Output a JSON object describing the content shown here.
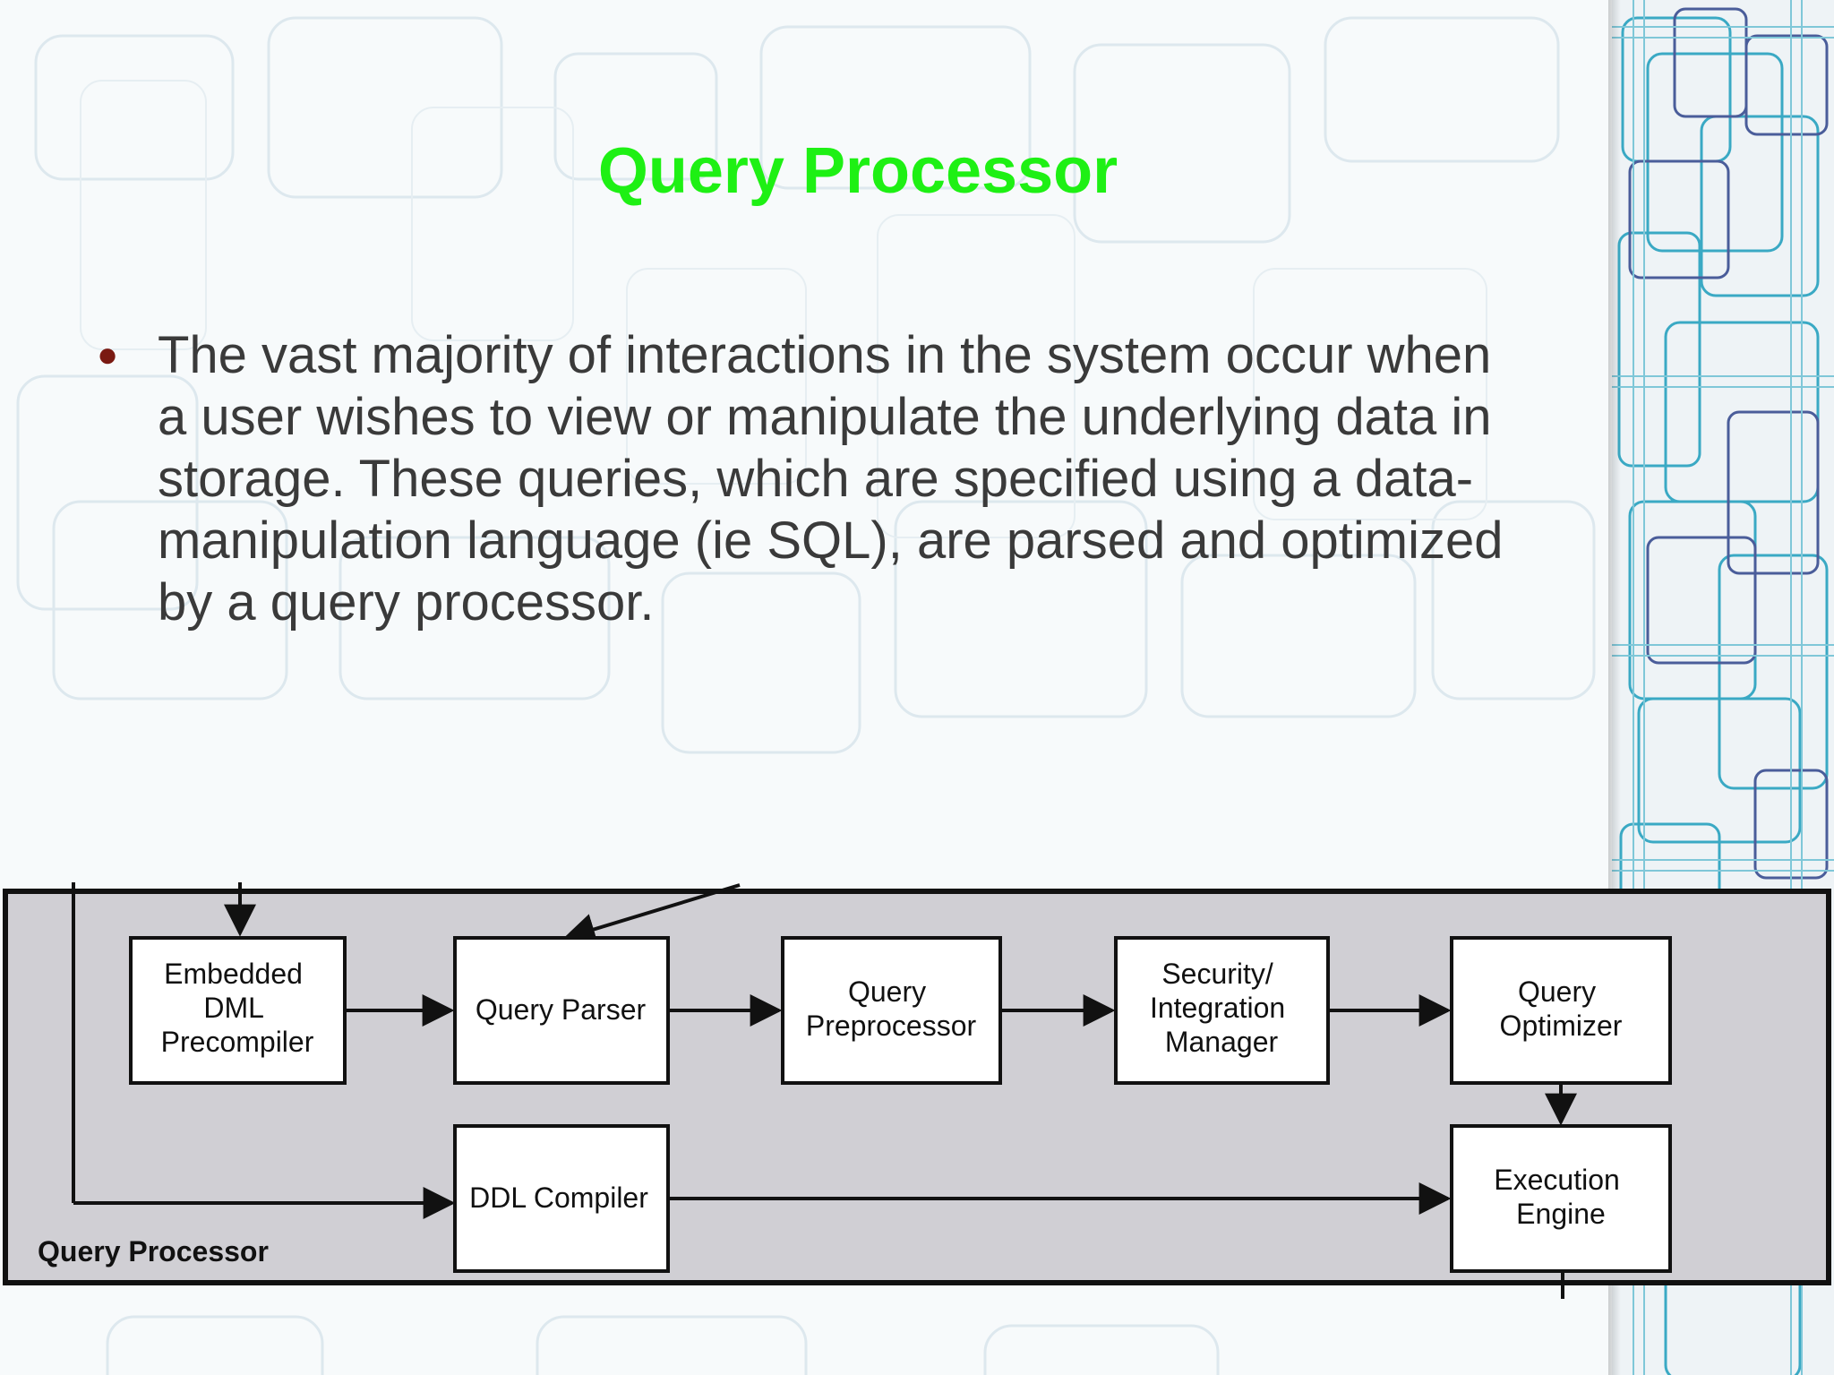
{
  "slide": {
    "title": "Query Processor",
    "bullet_lines": [
      "The vast majority of interactions in the system occur when",
      "a user wishes to view or manipulate the underlying data in",
      "storage. These queries, which are specified using a data-",
      "manipulation language (ie SQL), are parsed and optimized",
      "by a query processor."
    ]
  },
  "diagram": {
    "container_label": "Query Processor",
    "boxes": {
      "dml_precompiler": [
        "Embedded",
        "DML",
        "Precompiler"
      ],
      "query_parser": [
        "Query Parser"
      ],
      "query_preprocessor": [
        "Query",
        "Preprocessor"
      ],
      "security_manager": [
        "Security/",
        "Integration",
        "Manager"
      ],
      "query_optimizer": [
        "Query",
        "Optimizer"
      ],
      "ddl_compiler": [
        "DDL Compiler"
      ],
      "execution_engine": [
        "Execution",
        "Engine"
      ]
    }
  },
  "colors": {
    "title": "#1ef014",
    "body_text": "#3a3a3a",
    "bullet": "#7a1a12",
    "diagram_fill": "#d0cfd4",
    "box_fill": "#ffffff",
    "stroke": "#111111"
  }
}
